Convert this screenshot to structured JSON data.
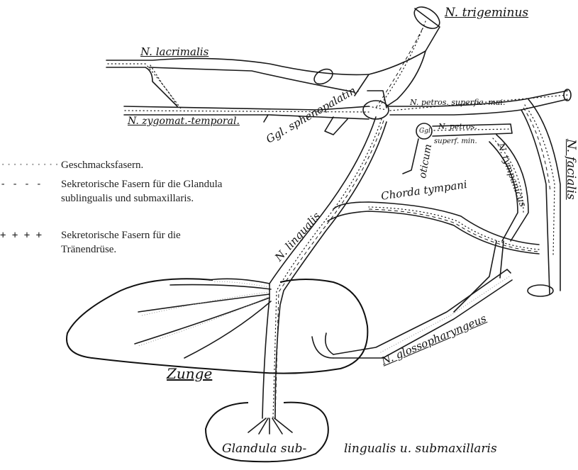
{
  "labels": {
    "trigeminus": "N. trigeminus",
    "lacrimalis": "N. lacrimalis",
    "zygomat": "N. zygomat.-temporal.",
    "ggl_spheno": "Ggl. sphenopalatin.",
    "petros_sup_mai": "N. petros. superfic. mai.",
    "petros": "N. petros.",
    "superf_min": "superf. min.",
    "oticum": "oticum",
    "ggl": "Ggl.",
    "facialis": "N. facialis",
    "tympanicus": "N. tympanicus",
    "chorda": "Chorda tympani",
    "lingualis": "N. lingualis",
    "glosso": "N. glossopharyngeus",
    "zunge": "Zunge",
    "glandula_1": "Glandula sub-",
    "glandula_2": "lingualis u. submaxillaris"
  },
  "legend": [
    {
      "symbol": "··········",
      "text": "Geschmacksfasern."
    },
    {
      "symbol": "- - - -",
      "text": "Sekretorische Fasern für die Glandula sublingualis und submaxillaris."
    },
    {
      "symbol": "+ + + +",
      "text": "Sekretorische Fasern für die Tränendrüse."
    }
  ]
}
